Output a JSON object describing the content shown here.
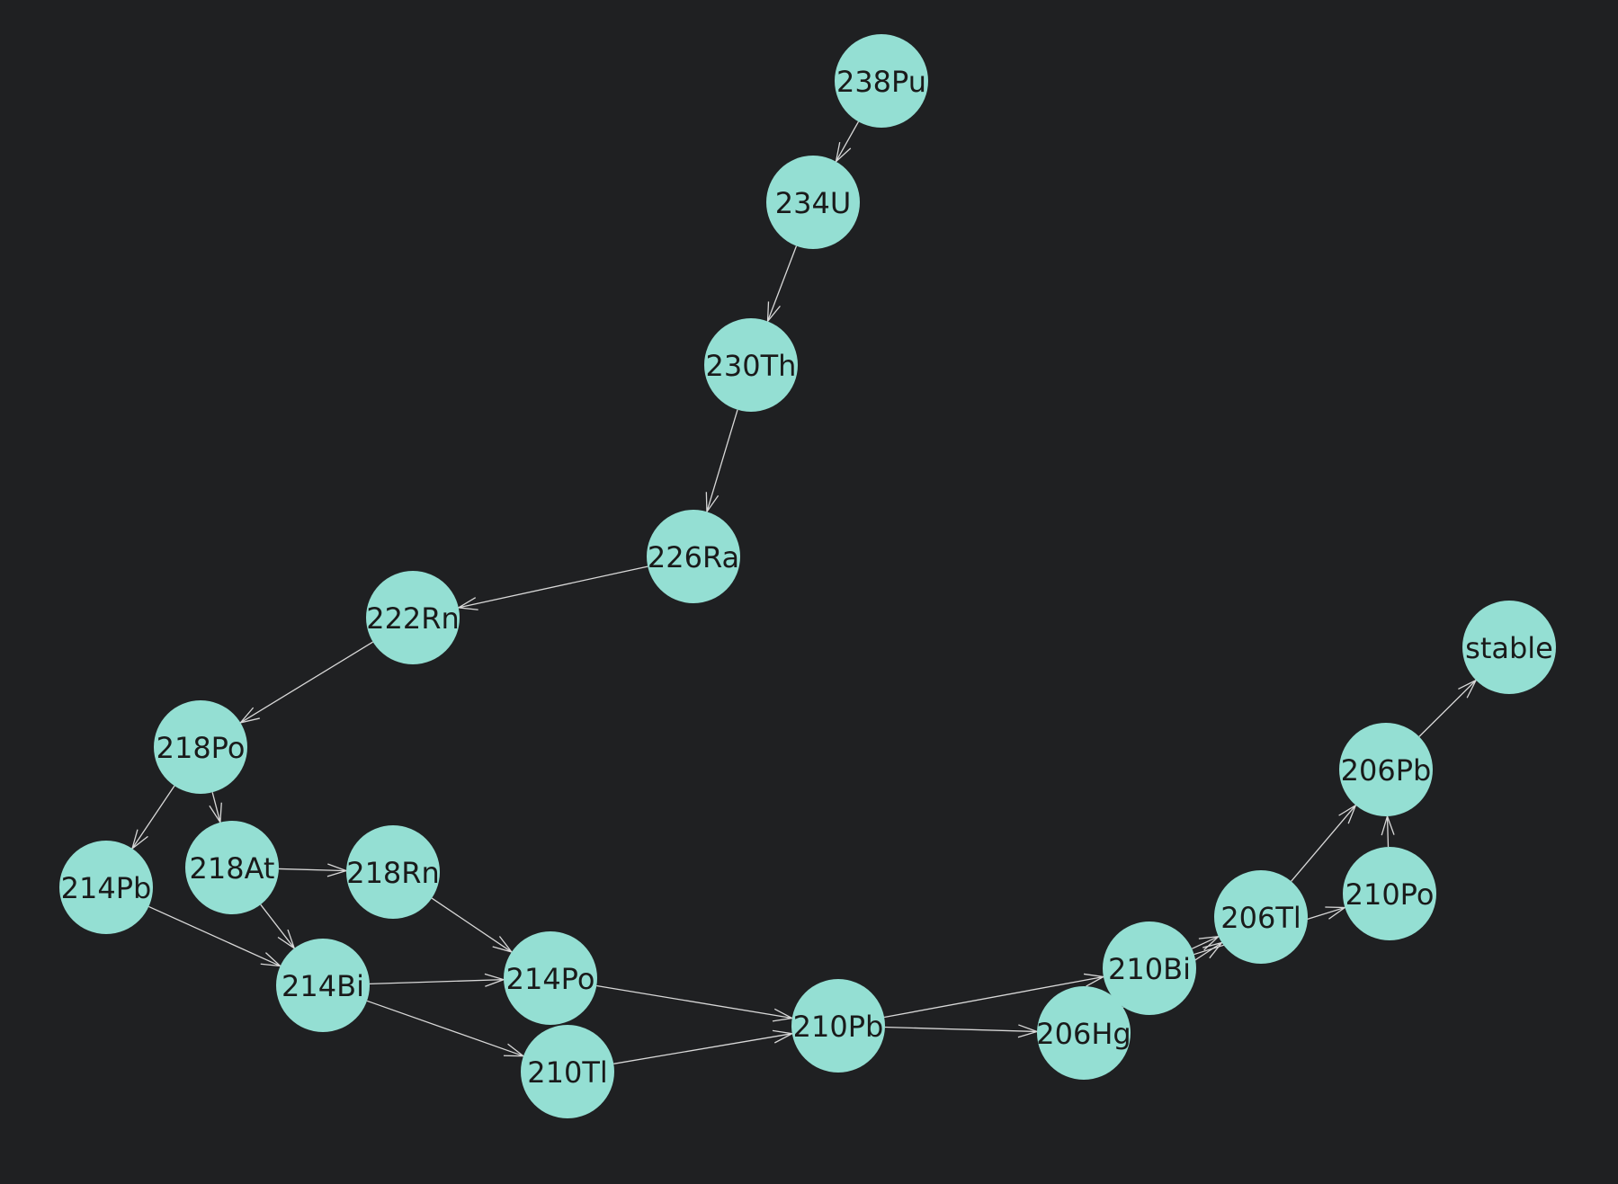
{
  "diagram": {
    "type": "directed-graph",
    "colors": {
      "background": "#1f2022",
      "node_fill": "#94dfd3",
      "node_text": "#1a1a1a",
      "edge": "#d8d8d8"
    },
    "nodes": [
      {
        "id": "238Pu",
        "label": "238Pu"
      },
      {
        "id": "234U",
        "label": "234U"
      },
      {
        "id": "230Th",
        "label": "230Th"
      },
      {
        "id": "226Ra",
        "label": "226Ra"
      },
      {
        "id": "222Rn",
        "label": "222Rn"
      },
      {
        "id": "218Po",
        "label": "218Po"
      },
      {
        "id": "214Pb",
        "label": "214Pb"
      },
      {
        "id": "218At",
        "label": "218At"
      },
      {
        "id": "218Rn",
        "label": "218Rn"
      },
      {
        "id": "214Bi",
        "label": "214Bi"
      },
      {
        "id": "214Po",
        "label": "214Po"
      },
      {
        "id": "210Tl",
        "label": "210Tl"
      },
      {
        "id": "210Pb",
        "label": "210Pb"
      },
      {
        "id": "206Hg",
        "label": "206Hg"
      },
      {
        "id": "210Bi",
        "label": "210Bi"
      },
      {
        "id": "206Tl",
        "label": "206Tl"
      },
      {
        "id": "210Po",
        "label": "210Po"
      },
      {
        "id": "206Pb",
        "label": "206Pb"
      },
      {
        "id": "stable",
        "label": "stable"
      }
    ],
    "edges": [
      {
        "from": "238Pu",
        "to": "234U"
      },
      {
        "from": "234U",
        "to": "230Th"
      },
      {
        "from": "230Th",
        "to": "226Ra"
      },
      {
        "from": "226Ra",
        "to": "222Rn"
      },
      {
        "from": "222Rn",
        "to": "218Po"
      },
      {
        "from": "218Po",
        "to": "214Pb"
      },
      {
        "from": "218Po",
        "to": "218At"
      },
      {
        "from": "218At",
        "to": "218Rn"
      },
      {
        "from": "218At",
        "to": "214Bi"
      },
      {
        "from": "214Pb",
        "to": "214Bi"
      },
      {
        "from": "218Rn",
        "to": "214Po"
      },
      {
        "from": "214Bi",
        "to": "214Po"
      },
      {
        "from": "214Bi",
        "to": "210Tl"
      },
      {
        "from": "214Po",
        "to": "210Pb"
      },
      {
        "from": "210Tl",
        "to": "210Pb"
      },
      {
        "from": "210Pb",
        "to": "210Bi"
      },
      {
        "from": "210Pb",
        "to": "206Hg"
      },
      {
        "from": "210Bi",
        "to": "206Tl"
      },
      {
        "from": "206Hg",
        "to": "206Tl"
      },
      {
        "from": "210Bi",
        "to": "210Po"
      },
      {
        "from": "206Tl",
        "to": "206Pb"
      },
      {
        "from": "210Po",
        "to": "206Pb"
      },
      {
        "from": "206Pb",
        "to": "stable"
      }
    ]
  }
}
